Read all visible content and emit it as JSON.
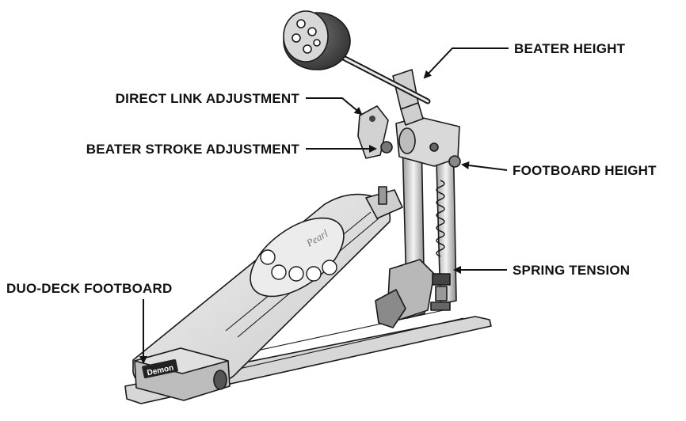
{
  "callouts": {
    "beater_height": "BEATER HEIGHT",
    "direct_link_adjustment": "DIRECT LINK ADJUSTMENT",
    "beater_stroke_adjustment": "BEATER STROKE ADJUSTMENT",
    "footboard_height": "FOOTBOARD HEIGHT",
    "spring_tension": "SPRING TENSION",
    "duo_deck_footboard": "DUO-DECK FOOTBOARD"
  },
  "branding": {
    "footboard_logo": "Pearl",
    "heel_logo": "Demon"
  },
  "colors": {
    "ink": "#1a1a1a",
    "metal_light": "#e6e6e6",
    "metal_mid": "#b5b5b5",
    "metal_dark": "#6f6f6f",
    "beater_felt": "#4a4a4a"
  }
}
